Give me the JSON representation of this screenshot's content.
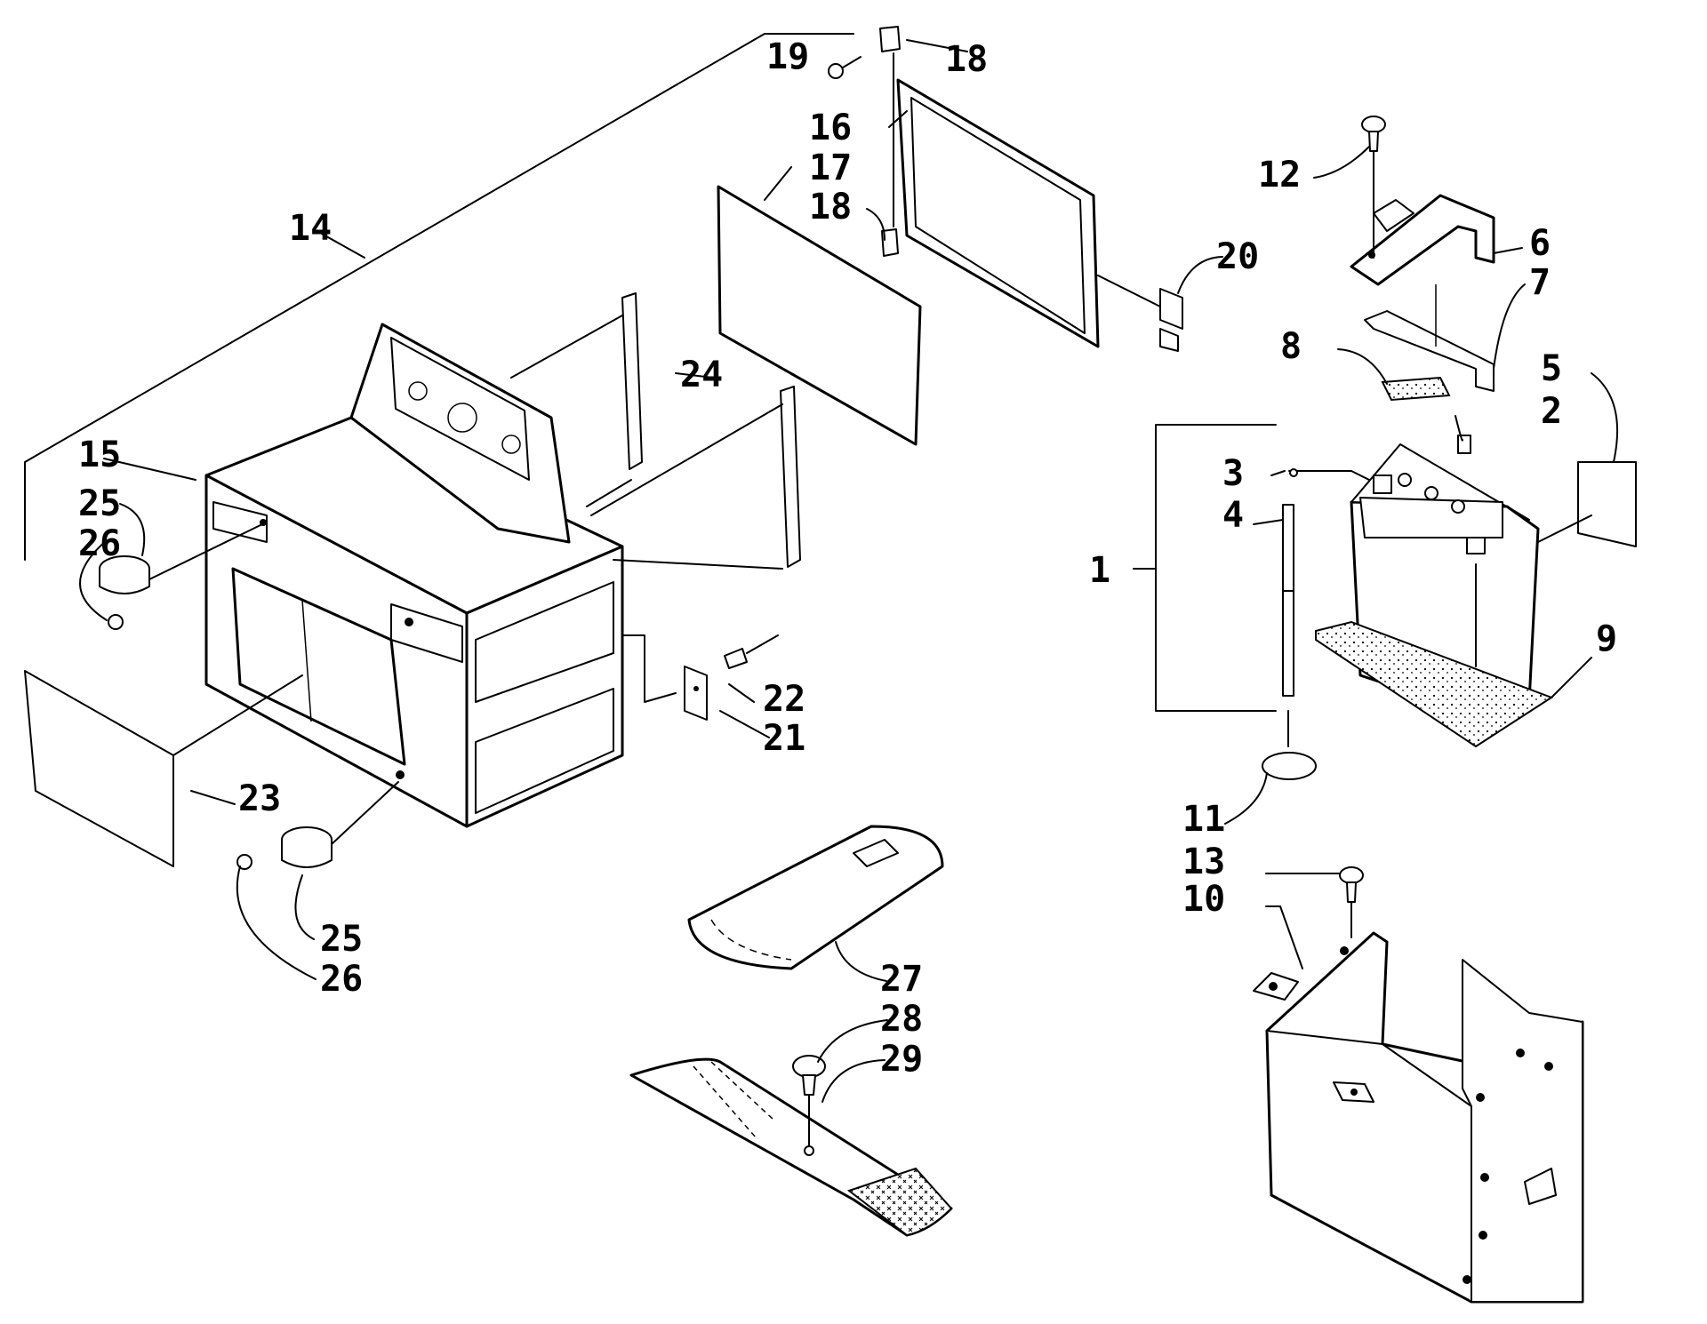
{
  "callouts": [
    {
      "id": "c1",
      "label": "1"
    },
    {
      "id": "c2",
      "label": "2"
    },
    {
      "id": "c3",
      "label": "3"
    },
    {
      "id": "c4",
      "label": "4"
    },
    {
      "id": "c5",
      "label": "5"
    },
    {
      "id": "c6",
      "label": "6"
    },
    {
      "id": "c7",
      "label": "7"
    },
    {
      "id": "c8",
      "label": "8"
    },
    {
      "id": "c9",
      "label": "9"
    },
    {
      "id": "c10",
      "label": "10"
    },
    {
      "id": "c11",
      "label": "11"
    },
    {
      "id": "c12",
      "label": "12"
    },
    {
      "id": "c13",
      "label": "13"
    },
    {
      "id": "c14",
      "label": "14"
    },
    {
      "id": "c15",
      "label": "15"
    },
    {
      "id": "c16",
      "label": "16"
    },
    {
      "id": "c17",
      "label": "17"
    },
    {
      "id": "c18a",
      "label": "18"
    },
    {
      "id": "c18b",
      "label": "18"
    },
    {
      "id": "c19",
      "label": "19"
    },
    {
      "id": "c20",
      "label": "20"
    },
    {
      "id": "c21",
      "label": "21"
    },
    {
      "id": "c22",
      "label": "22"
    },
    {
      "id": "c23",
      "label": "23"
    },
    {
      "id": "c24",
      "label": "24"
    },
    {
      "id": "c25a",
      "label": "25"
    },
    {
      "id": "c25b",
      "label": "25"
    },
    {
      "id": "c26a",
      "label": "26"
    },
    {
      "id": "c26b",
      "label": "26"
    },
    {
      "id": "c27",
      "label": "27"
    },
    {
      "id": "c28",
      "label": "28"
    },
    {
      "id": "c29",
      "label": "29"
    }
  ]
}
